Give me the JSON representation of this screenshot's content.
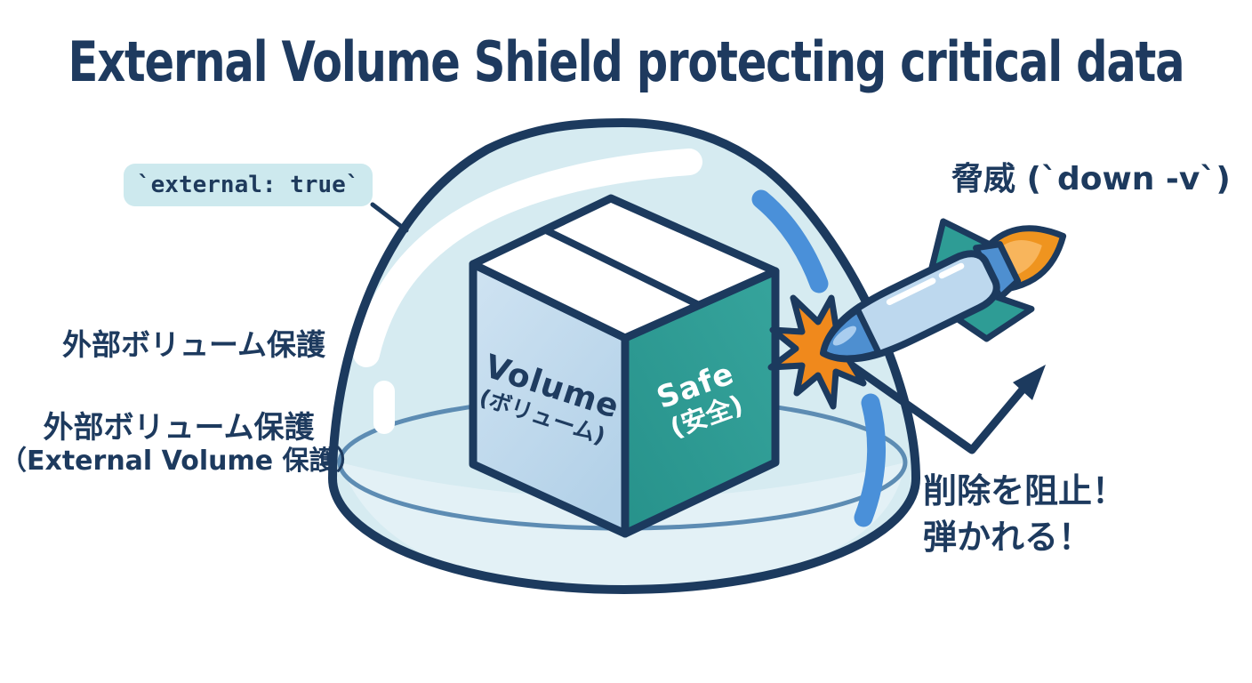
{
  "title": "External Volume Shield protecting critical data",
  "shield": {
    "flag_label": "`external: true`",
    "label_top": "外部ボリューム保護",
    "label_bottom_line1": "外部ボリューム保護",
    "label_bottom_line2": "（External Volume 保護）"
  },
  "cube": {
    "volume_title": "Volume",
    "volume_sub": "(ボリューム)",
    "safe_title": "Safe",
    "safe_sub": "(安全)"
  },
  "threat": {
    "label": "脅威 (`down -v`)"
  },
  "result": {
    "line1": "削除を阻止！",
    "line2": "弾かれる！"
  },
  "icons": {
    "dome": "shield-dome",
    "missile": "missile-icon",
    "burst": "impact-burst-icon",
    "arrow": "deflection-arrow-icon"
  },
  "colors": {
    "navy": "#1d3a5e",
    "title_text": "#1e3a5f",
    "dome_fill": "#d6ebf1",
    "dome_floor_fill": "#e6f3f7",
    "floor_line": "#5d8cb3",
    "accent_blue": "#4a90d9",
    "pill_bg": "#cde9ee",
    "cube_left_face": "#bdd7eb",
    "cube_right_face": "#2e9c95",
    "cube_top_face": "#ffffff",
    "missile_body": "#bdd8ee",
    "missile_nose": "#4e8fd0",
    "fin_teal": "#2e9c95",
    "flame_orange": "#ef941f",
    "flame_inner": "#f8b55c",
    "burst_orange": "#f0891c"
  }
}
